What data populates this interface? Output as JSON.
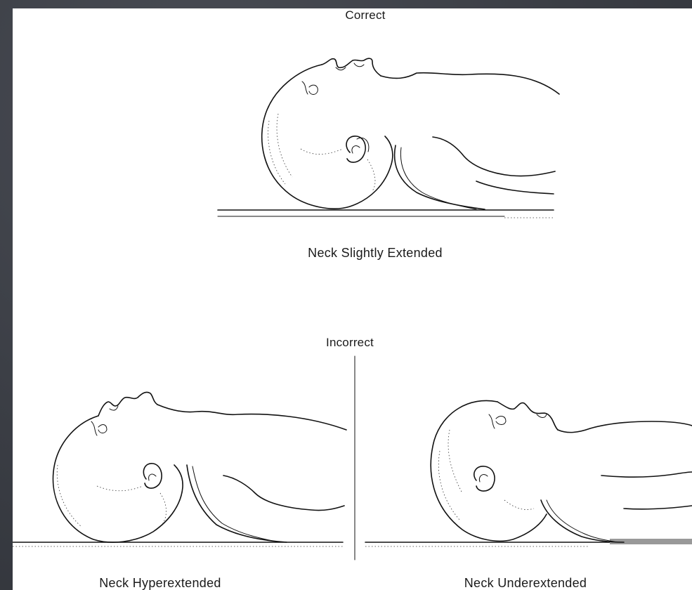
{
  "figure": {
    "correct_heading": "Correct",
    "correct_caption": "Neck Slightly Extended",
    "incorrect_heading": "Incorrect",
    "hyperextended_caption": "Neck Hyperextended",
    "underextended_caption": "Neck Underextended"
  },
  "colors": {
    "background": "#3b3e45",
    "paper": "#ffffff",
    "ink": "#111111"
  }
}
